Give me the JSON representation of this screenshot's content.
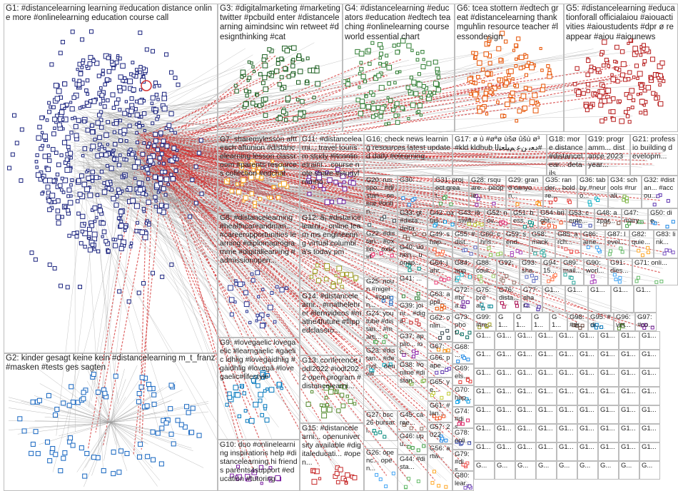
{
  "groups": [
    {
      "id": "G1",
      "label": "G1: #distancelearning learning #education distance online more #onlinelearning education course call",
      "color": "#1a237e"
    },
    {
      "id": "G2",
      "label": "G2: kinder gesagt keine kein #distancelearning m_t_franz #masken #tests ges sagten",
      "color": "#1565c0"
    },
    {
      "id": "G3",
      "label": "G3: #digitalmarketing #marketingtwitter #pcbuild enter #distancelearning aimindsinc win retweet #designthinking #cat",
      "color": "#1b5e20"
    },
    {
      "id": "G4",
      "label": "G4: #distancelearning #educators #education #edtech teaching #onlinelearning course world essential chart",
      "color": "#2e7d32"
    },
    {
      "id": "G6",
      "label": "G6: tcea stottern #edtech great #distancelearning thank mguhlin resource teacher #lessondesign",
      "color": "#e65100"
    },
    {
      "id": "G5",
      "label": "G5: #distancelearning #educationforall officialaiou #aiouactivities #aioustudents #dpr ø reappear #aiou #aiounews",
      "color": "#b71c1c"
    },
    {
      "id": "G7",
      "label": "G7: sharemylesson aftteach aftunion #distancelearning lesson classroom #parents resources collection #edchat",
      "color": "#f9a825"
    },
    {
      "id": "G11",
      "label": "G11: #distancelearni... travel tourism study #itconlinetraini... course note share #studyfromho...",
      "color": "#6a1b9a"
    },
    {
      "id": "G16",
      "label": "G16: check news learning resources latest updated daily #elearning...",
      "color": "#00838f"
    },
    {
      "id": "G17",
      "label": "G17: ø ù #øªø ùšø ûšù ø³ #kld kldhub ﺩﻌﺑ ﻦﻋ ﻢﻴﻠﻌﺘﻟﺍ#",
      "color": "#5d4037"
    },
    {
      "id": "G18",
      "label": "G18: more distance #distancelear... details...",
      "color": "#ad1457"
    },
    {
      "id": "G19",
      "label": "G19: programm... distance 2023 year...",
      "color": "#4527a0"
    },
    {
      "id": "G21",
      "label": "G21: professio building developm...",
      "color": "#00695c"
    },
    {
      "id": "G8",
      "label": "G8: #distancelearning #healthcareandman... #careeropportunities learning #diplomaprogramme #digitallearning #admissionopen...",
      "color": "#283593"
    },
    {
      "id": "G12",
      "label": "G12: â¡ #distancelearni... online learn ms engineering virtual columbia's today pm",
      "color": "#9e9d24"
    },
    {
      "id": "G14",
      "label": "G14: #distancelearni... #mathelehrer #lernvideos #mathe4future #flippedclassro...",
      "color": "#6d4c41"
    },
    {
      "id": "G9",
      "label": "G9: #lovegaelic lovegaelic #learngaelic #gaelic idhlig #lovegàidhlig #gàidhlig #lovegà #lovegaelic#lifestyle",
      "color": "#0277bd"
    },
    {
      "id": "G13",
      "label": "G13: conference iodl2022 #iodl2022 open program #distancelearni...",
      "color": "#558b2f"
    },
    {
      "id": "G10",
      "label": "G10: duo #onlinelearning inspirations help #distancelearning hi friends parents4support #education #tutoring",
      "color": "#7b1fa2"
    },
    {
      "id": "G15",
      "label": "G15: #distancelearni... openuniversity available #digitaleducati... #open...",
      "color": "#c62828"
    },
    {
      "id": "G20",
      "label": "G20: russpo... #distan... online #onlin...",
      "color": "#37474f"
    },
    {
      "id": "G30",
      "label": "G30: ...",
      "color": "#1e88e5"
    },
    {
      "id": "G31",
      "label": "G31: project great...",
      "color": "#43a047"
    },
    {
      "id": "G28",
      "label": "G28: rsquare... people...",
      "color": "#8e24aa"
    },
    {
      "id": "G29",
      "label": "G29: grand canyon...",
      "color": "#fb8c00"
    },
    {
      "id": "G35",
      "label": "G35: rander... boldre...",
      "color": "#e53935"
    },
    {
      "id": "G36",
      "label": "G36: tabby #neuro...",
      "color": "#00acc1"
    },
    {
      "id": "G34",
      "label": "G34: schools #rurali...",
      "color": "#7cb342"
    },
    {
      "id": "G32",
      "label": "G32: #distan... #accou...",
      "color": "#5e35b1"
    },
    {
      "id": "G33",
      "label": "G33: gt #dista... delta...",
      "color": "#6d4c41"
    },
    {
      "id": "G42",
      "label": "G42: natas...",
      "color": "#039be5"
    },
    {
      "id": "G43",
      "label": "G43: iâ swift...",
      "color": "#c0ca33"
    },
    {
      "id": "G52",
      "label": "G52: nov...",
      "color": "#d81b60"
    },
    {
      "id": "G51",
      "label": "G51: bess...",
      "color": "#00897b"
    },
    {
      "id": "G54",
      "label": "G54: bright...",
      "color": "#f4511e"
    },
    {
      "id": "G53",
      "label": "G53: cente...",
      "color": "#3949ab"
    },
    {
      "id": "G48",
      "label": "G48: azpar...",
      "color": "#8d6e63"
    },
    {
      "id": "G47",
      "label": "G47: mary...",
      "color": "#43a047"
    },
    {
      "id": "G50",
      "label": "G50: die...",
      "color": "#1e88e5"
    },
    {
      "id": "G22",
      "label": "G22: #distan... #oxbri... oxbrid...",
      "color": "#e91e63"
    },
    {
      "id": "G40",
      "label": "G40: uonen... uonap...",
      "color": "#009688"
    },
    {
      "id": "G49",
      "label": "G49: shap...",
      "color": "#ff7043"
    },
    {
      "id": "G55",
      "label": "G55: #dist...",
      "color": "#5c6bc0"
    },
    {
      "id": "G60",
      "label": "G60: chris...",
      "color": "#8bc34a"
    },
    {
      "id": "G59",
      "label": "G59: send...",
      "color": "#ab47bc"
    },
    {
      "id": "G58",
      "label": "G58: macki...",
      "color": "#26a69a"
    },
    {
      "id": "G85",
      "label": "G85: arch...",
      "color": "#ef5350"
    },
    {
      "id": "G86",
      "label": "G86: ame...",
      "color": "#42a5f5"
    },
    {
      "id": "G87",
      "label": "G87: level...",
      "color": "#66bb6a"
    },
    {
      "id": "G82",
      "label": "G82: quie...",
      "color": "#ffa726"
    },
    {
      "id": "G83",
      "label": "G83: link...",
      "color": "#7e57c2"
    },
    {
      "id": "G64",
      "label": "G64: jahr...",
      "color": "#ec407a"
    },
    {
      "id": "G84",
      "label": "G84: appl...",
      "color": "#26c6da"
    },
    {
      "id": "G88",
      "label": "G88: cour...",
      "color": "#9ccc65"
    },
    {
      "id": "G92",
      "label": "G92: ...",
      "color": "#8d6e63"
    },
    {
      "id": "G93",
      "label": "G93: sha...",
      "color": "#5c6bc0"
    },
    {
      "id": "G94",
      "label": "G94: 15...",
      "color": "#ff7043"
    },
    {
      "id": "G89",
      "label": "G89: mail...",
      "color": "#26a69a"
    },
    {
      "id": "G90",
      "label": "G90: worl...",
      "color": "#ab47bc"
    },
    {
      "id": "G91",
      "label": "G91: dies...",
      "color": "#42a5f5"
    },
    {
      "id": "G71",
      "label": "G71: onli...",
      "color": "#66bb6a"
    },
    {
      "id": "G25",
      "label": "G25: noun #nigeri... #open...",
      "color": "#1565c0"
    },
    {
      "id": "G41",
      "label": "G41: ...",
      "color": "#2e7d32"
    },
    {
      "id": "G63",
      "label": "G63: appli...",
      "color": "#e65100"
    },
    {
      "id": "G72",
      "label": "G72: #bra...",
      "color": "#6a1b9a"
    },
    {
      "id": "G75",
      "label": "G75: brea...",
      "color": "#00838f"
    },
    {
      "id": "G76",
      "label": "G76: dista...",
      "color": "#ad1457"
    },
    {
      "id": "G77",
      "label": "G77: shar...",
      "color": "#4527a0"
    },
    {
      "id": "G73",
      "label": "G73: phot...",
      "color": "#00695c"
    },
    {
      "id": "G99",
      "label": "G99: #im...",
      "color": "#9e9d24"
    },
    {
      "id": "G98",
      "label": "G98: #dr...",
      "color": "#6d4c41"
    },
    {
      "id": "G95",
      "label": "G95: #di...",
      "color": "#0277bd"
    },
    {
      "id": "G96",
      "label": "G96: virt...",
      "color": "#558b2f"
    },
    {
      "id": "G97",
      "label": "G97: #co...",
      "color": "#7b1fa2"
    },
    {
      "id": "G39",
      "label": "G39: joini... #digit...",
      "color": "#c62828"
    },
    {
      "id": "G62",
      "label": "G62: onlin...",
      "color": "#37474f"
    },
    {
      "id": "G68",
      "label": "G68: ...",
      "color": "#1e88e5"
    },
    {
      "id": "G24",
      "label": "G24: youtube #distan... #marti...",
      "color": "#43a047"
    },
    {
      "id": "G37",
      "label": "G37: applic... ioc...",
      "color": "#8e24aa"
    },
    {
      "id": "G67",
      "label": "G67: ...",
      "color": "#fb8c00"
    },
    {
      "id": "G69",
      "label": "G69: els...",
      "color": "#e53935"
    },
    {
      "id": "G23",
      "label": "G23: #distan... #denvil... denvill...",
      "color": "#00acc1"
    },
    {
      "id": "G38",
      "label": "G38: #online #distan...",
      "color": "#7cb342"
    },
    {
      "id": "G66",
      "label": "G66: pape...",
      "color": "#5e35b1"
    },
    {
      "id": "G70",
      "label": "G70: hap...",
      "color": "#039be5"
    },
    {
      "id": "G65",
      "label": "G65: ye...",
      "color": "#c0ca33"
    },
    {
      "id": "G74",
      "label": "G74: #dis...",
      "color": "#d81b60"
    },
    {
      "id": "G27",
      "label": "G27: bsc 26 bursari...",
      "color": "#00897b"
    },
    {
      "id": "G61",
      "label": "G61: #lan...",
      "color": "#f4511e"
    },
    {
      "id": "G78",
      "label": "G78: onli...",
      "color": "#3949ab"
    },
    {
      "id": "G45",
      "label": "G45: caree...",
      "color": "#8d6e63"
    },
    {
      "id": "G46",
      "label": "G46: upu...",
      "color": "#43a047"
    },
    {
      "id": "G57",
      "label": "G57: 2022",
      "color": "#1e88e5"
    },
    {
      "id": "G79",
      "label": "G79: #dis...",
      "color": "#ef5350"
    },
    {
      "id": "G26",
      "label": "G26: openc... open...",
      "color": "#42a5f5"
    },
    {
      "id": "G44",
      "label": "G44: #dista...",
      "color": "#66bb6a"
    },
    {
      "id": "G56",
      "label": "G56: artw...",
      "color": "#ffa726"
    },
    {
      "id": "G80",
      "label": "G80: lear...",
      "color": "#7e57c2"
    }
  ],
  "mini_cells": [
    "G1...",
    "G1...",
    "G1...",
    "G1...",
    "G1...",
    "G1...",
    "G1...",
    "G1...",
    "G1...",
    "G1...",
    "G1...",
    "G1...",
    "G1...",
    "G1...",
    "G1...",
    "G1...",
    "G1...",
    "G1...",
    "G1...",
    "G1...",
    "G1...",
    "G1...",
    "G1...",
    "G1...",
    "G1...",
    "G1...",
    "G1...",
    "G1...",
    "G1...",
    "G1...",
    "G1...",
    "G1...",
    "G1...",
    "G1...",
    "G1...",
    "G1...",
    "G1...",
    "G1...",
    "G1...",
    "G1...",
    "G1...",
    "G1...",
    "G1...",
    "G1...",
    "G1...",
    "G1...",
    "G1...",
    "G1...",
    "G1...",
    "G1...",
    "G1...",
    "G1...",
    "G1...",
    "G1...",
    "G1...",
    "G1...",
    "G1...",
    "G1...",
    "G1...",
    "G1...",
    "G1...",
    "G1...",
    "G1...",
    "G1...",
    "G1...",
    "G1...",
    "G1...",
    "G1...",
    "G1...",
    "G1...",
    "G...",
    "G...",
    "G...",
    "G...",
    "G...",
    "G...",
    "G...",
    "G...",
    "G...",
    "G...",
    "G...",
    "G...",
    "G...",
    "G...",
    "G...",
    "G...",
    "G...",
    "G...",
    "G...",
    "G...",
    "G...",
    "G...",
    "G...",
    "G...",
    "G...",
    "G...",
    "G...",
    "G...",
    "G...",
    "G..."
  ],
  "edge_colors": {
    "inter": "#d32f2f",
    "intra": "#9e9e9e"
  }
}
